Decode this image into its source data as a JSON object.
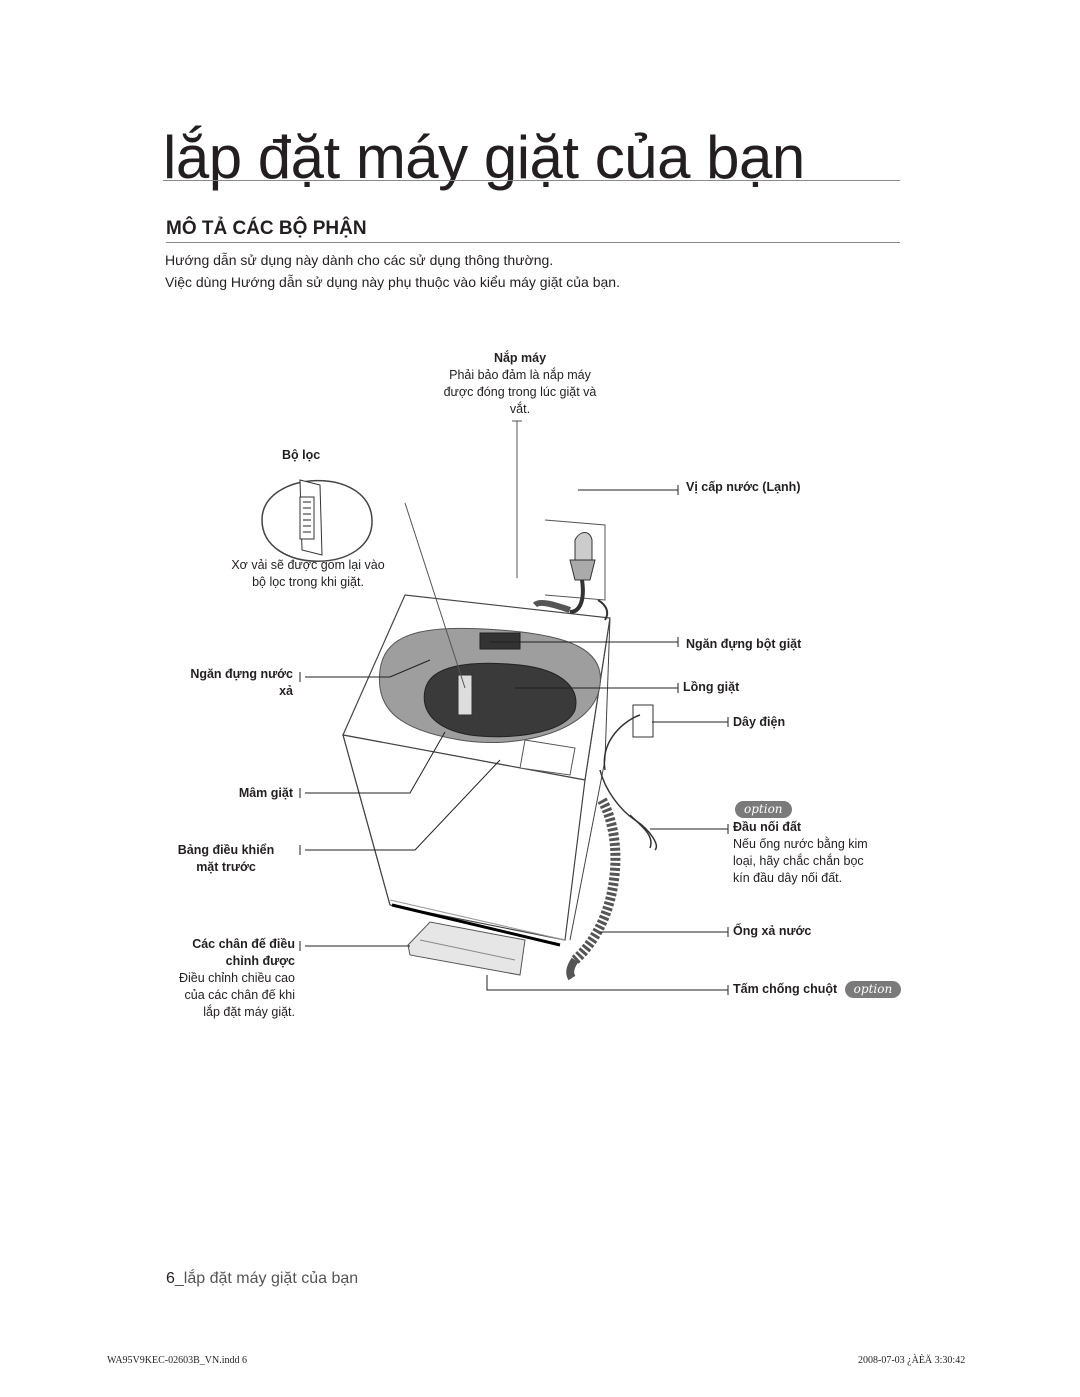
{
  "page": {
    "title": "lắp đặt máy giặt của bạn",
    "section_title": "MÔ TẢ CÁC BỘ PHẬN",
    "intro_line1": "Hướng dẫn sử dụng này dành cho các sử dụng thông thường.",
    "intro_line2": "Việc dùng Hướng dẫn sử dụng này phụ thuộc vào kiểu máy giặt của bạn."
  },
  "parts": {
    "lid_title": "Nắp máy",
    "lid_desc1": "Phải bảo đảm là nắp máy",
    "lid_desc2": "được đóng trong lúc giặt và",
    "lid_desc3": "vắt.",
    "filter_title": "Bộ lọc",
    "filter_desc1": "Xơ vải sẽ được gom lại vào",
    "filter_desc2": "bộ lọc trong khi giặt.",
    "softener_line1": "Ngăn đựng nước",
    "softener_line2": "xả",
    "pulsator": "Mâm giặt",
    "panel_line1": "Bảng điều khiển",
    "panel_line2": "mặt trước",
    "feet_line1": "Các chân đế điều",
    "feet_line2": "chỉnh được",
    "feet_desc1": "Điều chỉnh chiều cao",
    "feet_desc2": "của các chân đế khi",
    "feet_desc3": "lắp đặt máy giặt.",
    "faucet": "Vị cấp nước (Lạnh)",
    "detergent": "Ngăn đựng bột giặt",
    "tub": "Lồng giặt",
    "power_cord": "Dây điện",
    "option_badge": "option",
    "ground_title": "Đầu nối đất",
    "ground_desc1": "Nếu ống nước bằng kim",
    "ground_desc2": "loại, hãy chắc chắn bọc",
    "ground_desc3": "kín đầu dây nối đất.",
    "drain_hose": "Ống xả nước",
    "rat_guard": "Tấm chống chuột"
  },
  "footer": {
    "page_number": "6",
    "running_title": "_lắp đặt máy giặt của bạn",
    "file_info": "WA95V9KEC-02603B_VN.indd   6",
    "date_info": "2008-07-03   ¿ÀÈÄ 3:30:42"
  }
}
